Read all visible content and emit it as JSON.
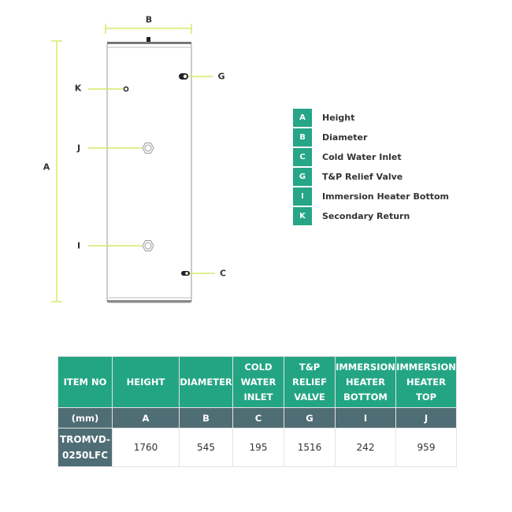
{
  "diagram": {
    "dimension_labels": {
      "A": "A",
      "B": "B"
    },
    "connection_labels": {
      "K": "K",
      "G": "G",
      "J": "J",
      "I": "I",
      "C": "C"
    },
    "accent_line_color": "#d8e86c"
  },
  "legend": {
    "items": [
      {
        "key": "A",
        "label": "Height"
      },
      {
        "key": "B",
        "label": "Diameter"
      },
      {
        "key": "C",
        "label": "Cold Water Inlet"
      },
      {
        "key": "G",
        "label": "T&P Relief Valve"
      },
      {
        "key": "I",
        "label": "Immersion Heater Bottom"
      },
      {
        "key": "K",
        "label": "Secondary Return"
      }
    ],
    "key_color": "#26a587"
  },
  "table": {
    "headers": [
      "ITEM NO",
      "HEIGHT",
      "DIAMETER",
      "COLD WATER INLET",
      "T&P RELIEF VALVE",
      "IMMERSION HEATER BOTTOM",
      "IMMERSION HEATER TOP"
    ],
    "header_lines": [
      [
        "ITEM NO"
      ],
      [
        "HEIGHT"
      ],
      [
        "DIAMETER"
      ],
      [
        "COLD",
        "WATER",
        "INLET"
      ],
      [
        "T&P",
        "RELIEF",
        "VALVE"
      ],
      [
        "IMMERSION",
        "HEATER",
        "BOTTOM"
      ],
      [
        "IMMERSION",
        "HEATER",
        "TOP"
      ]
    ],
    "units_row": [
      "(mm)",
      "A",
      "B",
      "C",
      "G",
      "I",
      "J"
    ],
    "rows": [
      {
        "item_no_lines": [
          "TROMVD-",
          "0250LFC"
        ],
        "item_no": "TROMVD-0250LFC",
        "values": [
          "1760",
          "545",
          "195",
          "1516",
          "242",
          "959"
        ]
      }
    ],
    "header_color": "#23a584",
    "unit_row_color": "#4f6d74"
  }
}
